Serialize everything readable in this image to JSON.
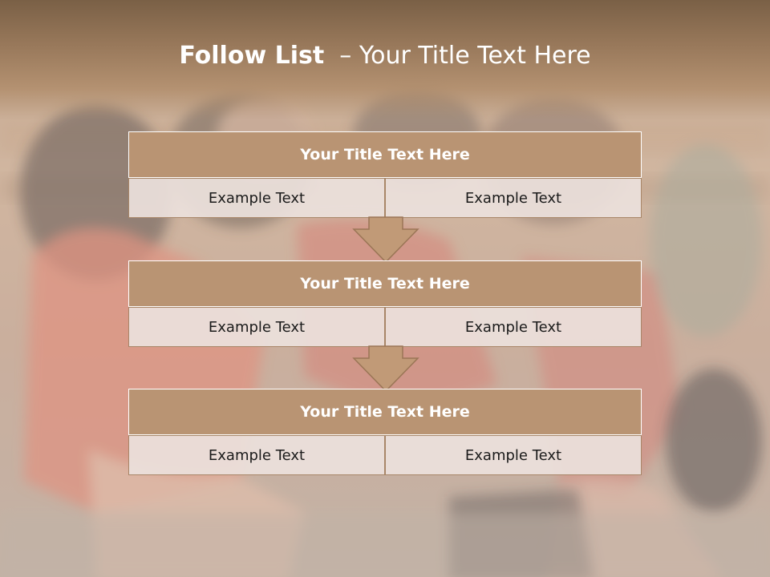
{
  "slide": {
    "title_bold": "Follow List",
    "title_rest": "  – Your Title Text Here"
  },
  "blocks": [
    {
      "header": "Your Title Text Here",
      "left": "Example Text",
      "right": "Example Text"
    },
    {
      "header": "Your Title Text Here",
      "left": "Example Text",
      "right": "Example Text"
    },
    {
      "header": "Your Title Text Here",
      "left": "Example Text",
      "right": "Example Text"
    }
  ],
  "colors": {
    "header_fill": "#b99473",
    "arrow_fill": "#c19a77",
    "arrow_stroke": "#9a7556",
    "cell_fill": "#ebe1dc"
  }
}
